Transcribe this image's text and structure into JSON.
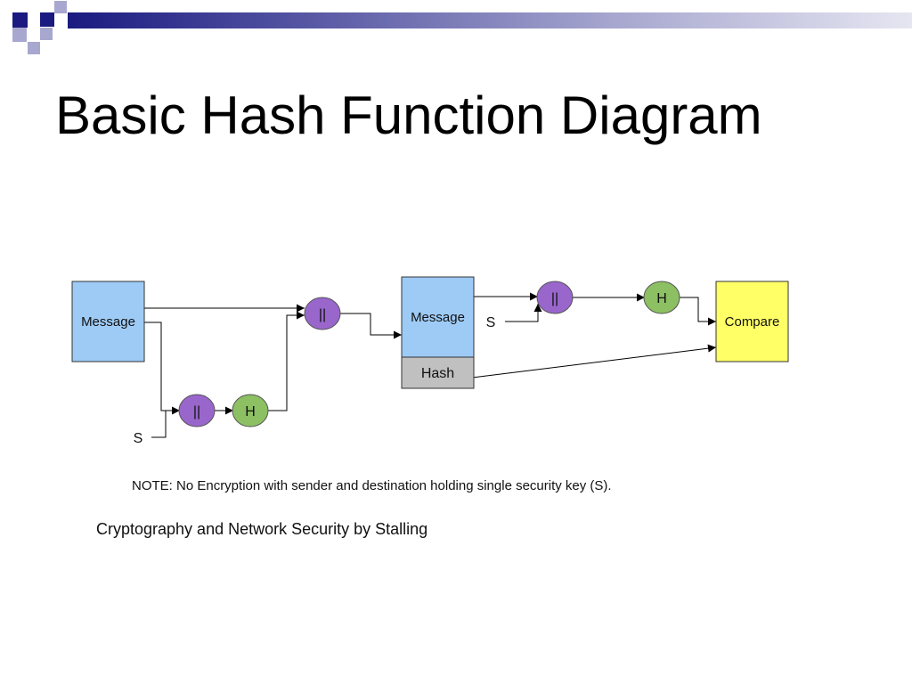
{
  "slide": {
    "title": "Basic Hash Function Diagram",
    "note": "NOTE: No Encryption with sender and destination holding single security key (S).",
    "credit": "Cryptography and Network Security by Stalling"
  },
  "diagram": {
    "sender_message": "Message",
    "concat_symbol": "||",
    "hash_symbol": "H",
    "secret_label": "S",
    "received_message": "Message",
    "received_hash": "Hash",
    "compare": "Compare"
  },
  "colors": {
    "message_box": "#9ecbf6",
    "hash_box": "#c0c0c0",
    "compare_box": "#ffff66",
    "concat_node": "#9966cc",
    "hash_node": "#8cc063",
    "theme_navy": "#1a1a80",
    "theme_lavender": "#a7a7cf"
  }
}
